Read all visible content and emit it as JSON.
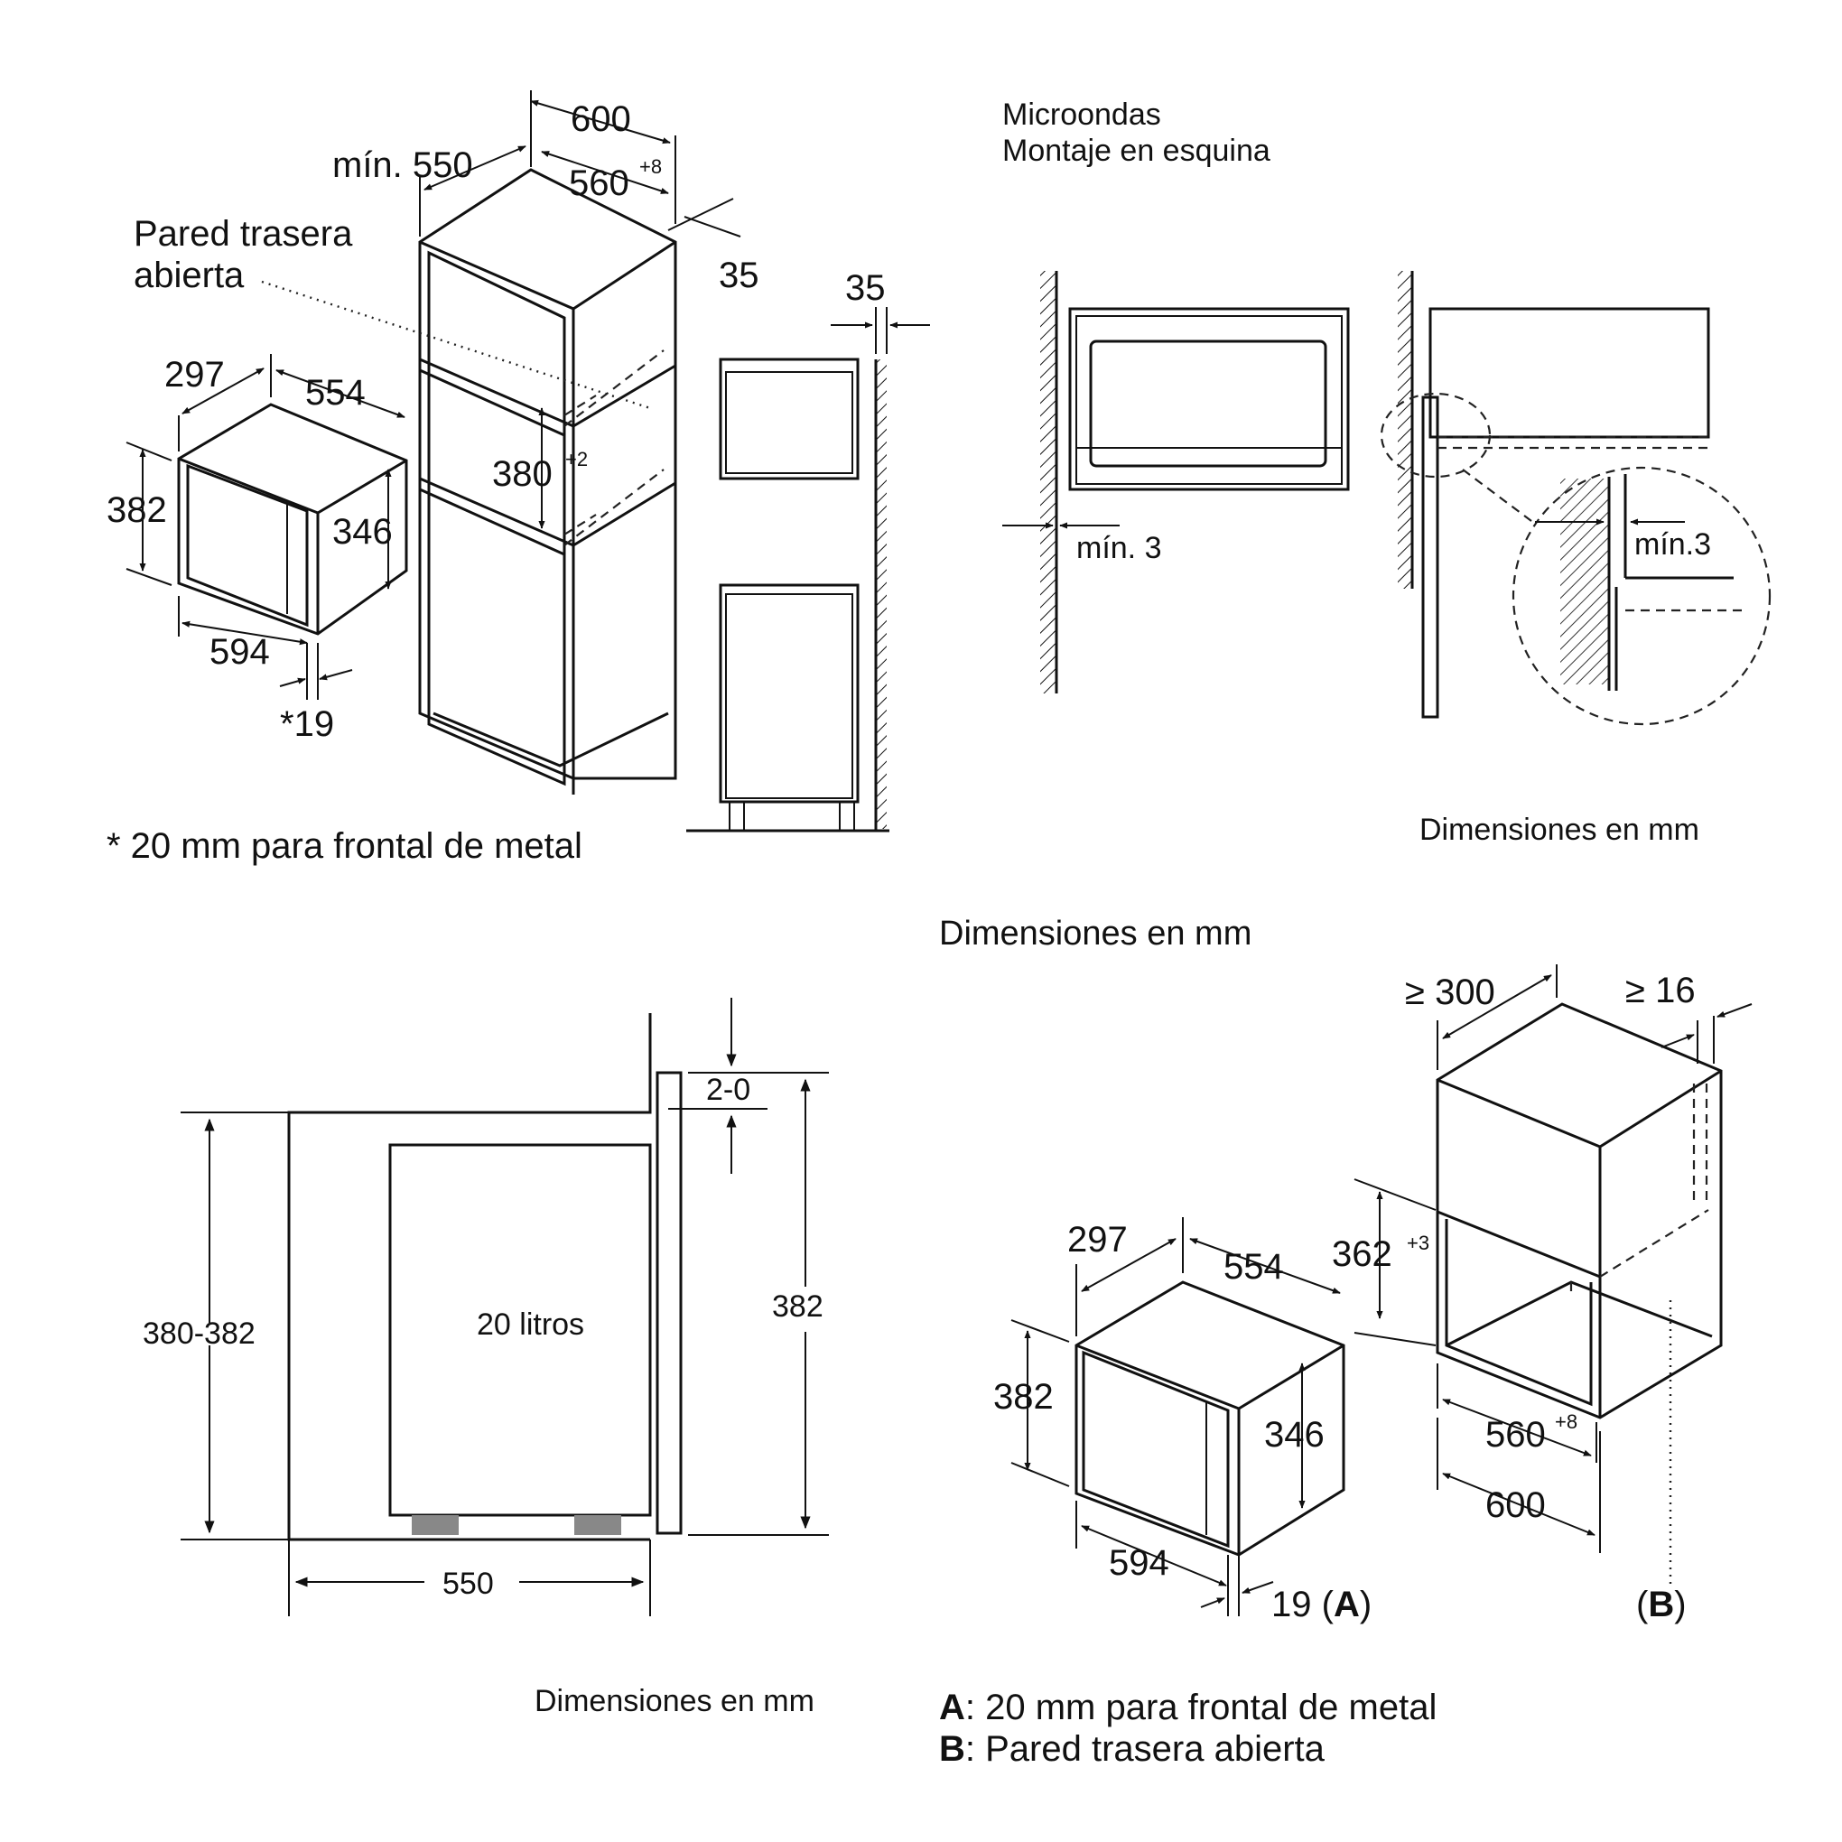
{
  "panel_tl": {
    "dim_600": "600",
    "dim_min550": "mín. 550",
    "dim_560": "560",
    "dim_560_sup": "+8",
    "dim_35_a": "35",
    "label_open_back_1": "Pared trasera",
    "label_open_back_2": "abierta",
    "dim_297": "297",
    "dim_554": "554",
    "dim_382": "382",
    "dim_346": "346",
    "dim_594": "594",
    "dim_19": "*19",
    "dim_380": "380",
    "dim_380_sup": "+2",
    "dim_35_b": "35",
    "footnote": "* 20 mm para frontal de metal"
  },
  "panel_tr": {
    "title_1": "Microondas",
    "title_2": "Montaje en esquina",
    "min3_a": "mín. 3",
    "min3_b": "mín.3",
    "units": "Dimensiones en mm"
  },
  "panel_bl": {
    "dim_2_0": "2-0",
    "dim_380_382": "380-382",
    "capacity": "20 litros",
    "dim_382": "382",
    "dim_550": "550",
    "units": "Dimensiones en mm"
  },
  "panel_br": {
    "units": "Dimensiones en mm",
    "dim_300": "≥ 300",
    "dim_16": "≥ 16",
    "dim_297": "297",
    "dim_554": "554",
    "dim_362": "362",
    "dim_362_sup": "+3",
    "dim_382": "382",
    "dim_346": "346",
    "dim_560": "560",
    "dim_560_sup": "+8",
    "dim_600": "600",
    "dim_594": "594",
    "dim_19": "19 (",
    "letter_a": "A",
    "paren_close": ")",
    "label_b_open": "(",
    "letter_b": "B",
    "legend_a_key": "A",
    "legend_a_text": ": 20 mm para frontal de metal",
    "legend_b_key": "B",
    "legend_b_text": ": Pared trasera abierta"
  }
}
